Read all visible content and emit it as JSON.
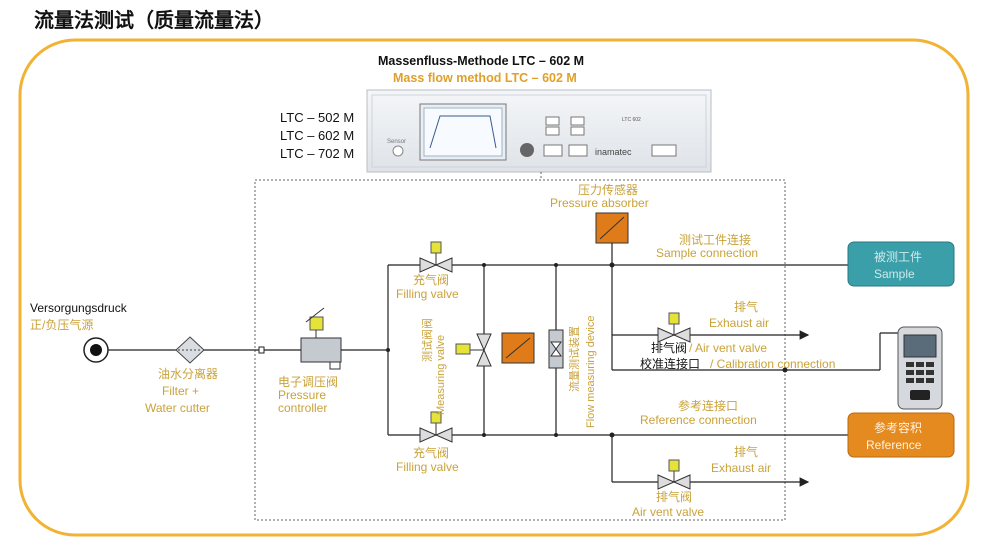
{
  "title": "流量法测试（质量流量法）",
  "device": {
    "title_de": "Massenfluss-Methode  LTC – 602 M",
    "title_en": "Mass flow method  LTC – 602 M",
    "models": [
      "LTC – 502 M",
      "LTC – 602 M",
      "LTC – 702 M"
    ],
    "brand": "inamatec",
    "small_text": "LTC 602",
    "panel_label": "Sensor"
  },
  "supply": {
    "de": "Versorgungsdruck",
    "cn": "正/负压气源"
  },
  "filter": {
    "cn": "油水分离器",
    "en1": "Filter +",
    "en2": "Water cutter"
  },
  "pressure_controller": {
    "cn": "电子调压阀",
    "en1": "Pressure",
    "en2": "controller"
  },
  "filling_valve_top": {
    "cn": "充气阀",
    "en": "Filling valve"
  },
  "filling_valve_bottom": {
    "cn": "充气阀",
    "en": "Filling valve"
  },
  "measuring_valve": {
    "cn": "测试阀阀",
    "en": "Measuring valve"
  },
  "flow_device": {
    "cn": "流量测试装置",
    "en": "Flow measuring device"
  },
  "pressure_absorber": {
    "cn": "压力传感器",
    "en": "Pressure absorber"
  },
  "sample_connection": {
    "cn": "测试工件连接",
    "en": "Sample connection"
  },
  "sample_box": {
    "cn": "被测工件",
    "en": "Sample"
  },
  "exhaust_top": {
    "cn": "排气",
    "en": "Exhaust air"
  },
  "air_vent_top": {
    "cn": "排气阀",
    "en": " / Air vent valve"
  },
  "calibration": {
    "cn": "校准连接口",
    "en": " / Calibration connection"
  },
  "reference_connection": {
    "cn": "参考连接口",
    "en": "Reference connection"
  },
  "reference_box": {
    "cn": "参考容积",
    "en": "Reference"
  },
  "exhaust_bottom": {
    "cn": "排气",
    "en": "Exhaust air"
  },
  "air_vent_bottom": {
    "cn": "排气阀",
    "en": "Air vent valve"
  },
  "colors": {
    "frame": "#f2b233",
    "label": "#c9a23a",
    "sample_box": "#3a9fa8",
    "reference_box": "#e48a1e",
    "orange_block": "#e07b1a",
    "line": "#222222",
    "valve_yellow": "#e5e23a"
  }
}
